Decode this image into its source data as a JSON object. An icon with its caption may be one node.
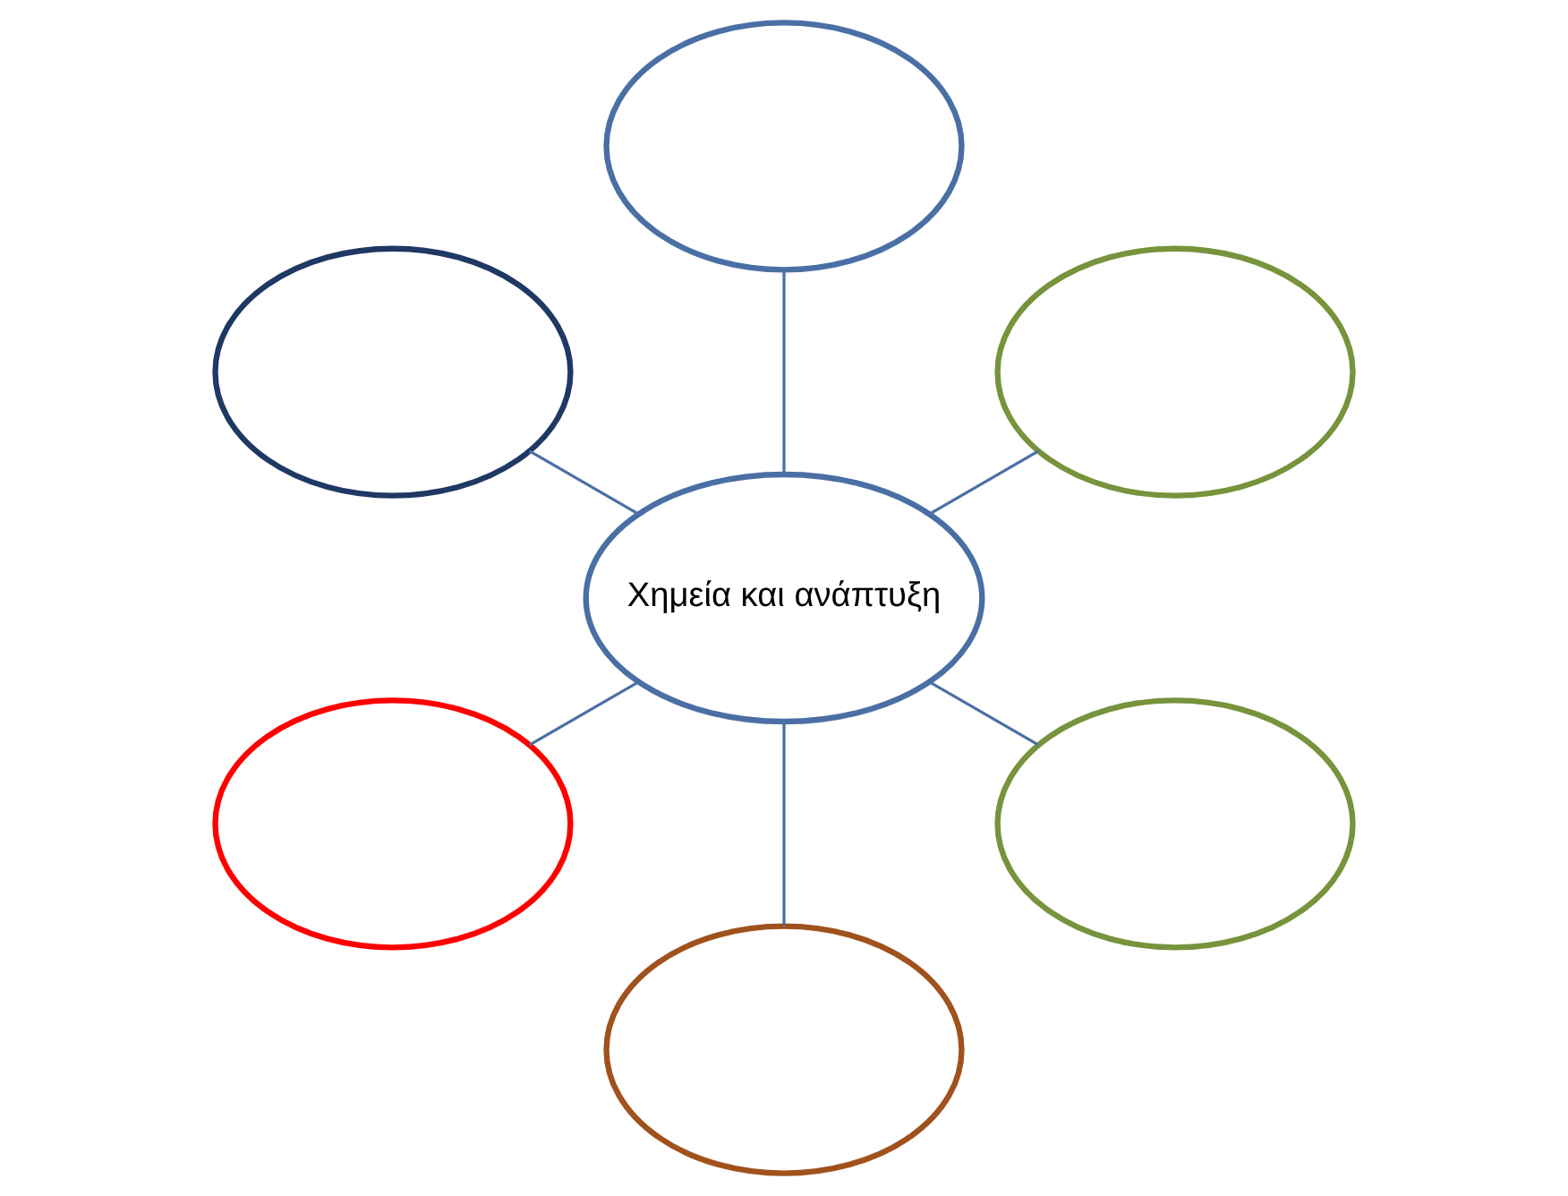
{
  "diagram": {
    "nodes": [
      {
        "text": [],
        "shape": "ellipse"
      },
      {
        "text": [],
        "shape": "ellipse"
      },
      {
        "text": [],
        "shape": "ellipse"
      },
      {
        "text": [
          "Χημεία και ανάπτυξη"
        ]
      },
      {
        "text": [],
        "shape": "ellipse"
      },
      {
        "text": [],
        "shape": "ellipse"
      },
      {
        "text": [],
        "shape": "ellipse"
      }
    ],
    "edges": [
      {
        "from": 3,
        "to": 0,
        "arrow": "none"
      },
      {
        "from": 3,
        "to": 1,
        "arrow": "none"
      },
      {
        "from": 3,
        "to": 2,
        "arrow": "none"
      },
      {
        "from": 3,
        "to": 4,
        "arrow": "none"
      },
      {
        "from": 3,
        "to": 5,
        "arrow": "none"
      },
      {
        "from": 3,
        "to": 6,
        "arrow": "none"
      }
    ]
  }
}
